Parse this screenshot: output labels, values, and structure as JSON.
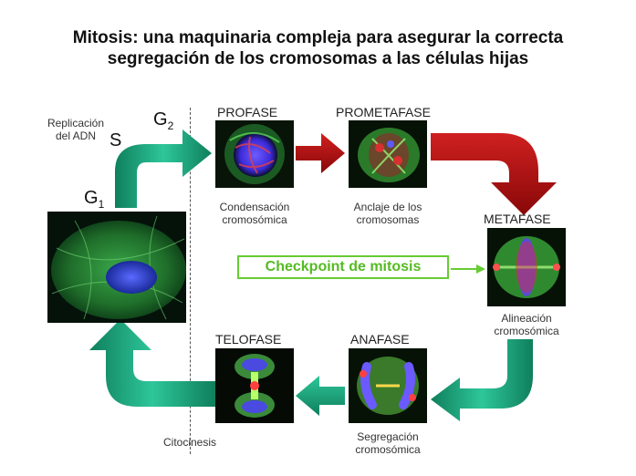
{
  "title": {
    "line1": "Mitosis: una maquinaria compleja para asegurar la correcta",
    "line2": "segregación de los cromosomas a las células hijas"
  },
  "interphase": {
    "replication_line1": "Replicación",
    "replication_line2": "del ADN",
    "s_label": "S",
    "g1_label": "G",
    "g1_sub": "1",
    "g2_label": "G",
    "g2_sub": "2"
  },
  "phases": {
    "profase": {
      "name": "PROFASE",
      "caption_line1": "Condensación",
      "caption_line2": "cromosómica"
    },
    "prometafase": {
      "name": "PROMETAFASE",
      "caption_line1": "Anclaje de los",
      "caption_line2": "cromosomas"
    },
    "metafase": {
      "name": "METAFASE",
      "caption_line1": "Alineación",
      "caption_line2": "cromosómica"
    },
    "anafase": {
      "name": "ANAFASE",
      "caption_line1": "Segregación",
      "caption_line2": "cromosómica"
    },
    "telofase": {
      "name": "TELOFASE"
    },
    "citocinesis": {
      "caption": "Citocinesis"
    }
  },
  "checkpoint": {
    "label": "Checkpoint de mitosis"
  },
  "colors": {
    "green_arrow": "#1a9a72",
    "red_arrow": "#b01010",
    "checkpoint_border": "#66cc33",
    "checkpoint_text": "#55bb22"
  }
}
